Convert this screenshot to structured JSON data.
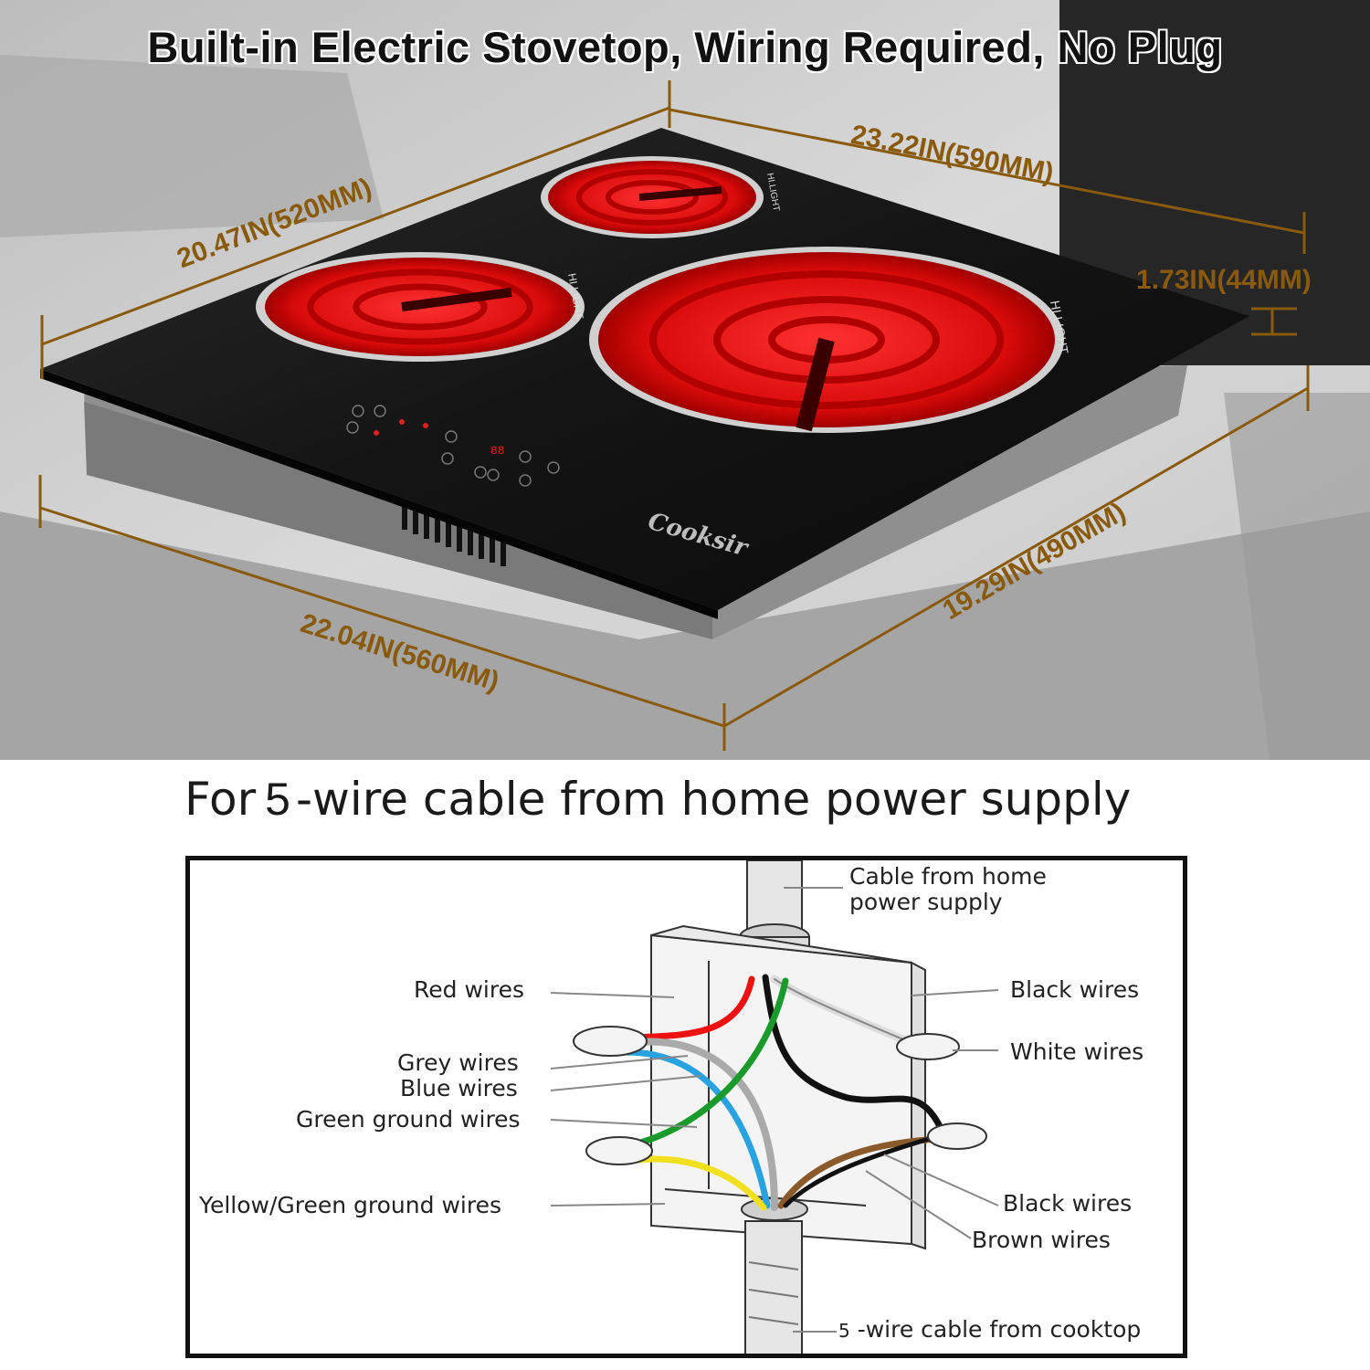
{
  "title": "Built-in Electric Stovetop, Wiring Required, No Plug",
  "dimensions": {
    "back_depth": "20.47IN(520MM)",
    "back_width": "23.22IN(590MM)",
    "height": "1.73IN(44MM)",
    "front_width": "22.04IN(560MM)",
    "side_depth": "19.29IN(490MM)"
  },
  "product": {
    "brand": "Cooksir",
    "burner_marking": "HI.LIGHT",
    "display_digits": "88"
  },
  "colors": {
    "dimension": "#8a5a0c",
    "burner": "#e01010",
    "glass": "#121212"
  },
  "wiring": {
    "heading_prefix": "For",
    "heading_number": "5",
    "heading_suffix": "-wire cable from home power supply",
    "labels": {
      "cable_from_home_line1": "Cable from home",
      "cable_from_home_line2": "power supply",
      "red_wires": "Red wires",
      "grey_wires": "Grey  wires",
      "blue_wires": "Blue  wires",
      "green_ground_wires": "Green ground wires",
      "yellow_green_ground_wires": "Yellow/Green  ground wires",
      "black_wires_top": "Black wires",
      "white_wires": "White wires",
      "black_wires_bottom": "Black wires",
      "brown_wires": "Brown wires",
      "cooktop_cable_number": "5",
      "cooktop_cable_text": "-wire cable from cooktop"
    }
  }
}
